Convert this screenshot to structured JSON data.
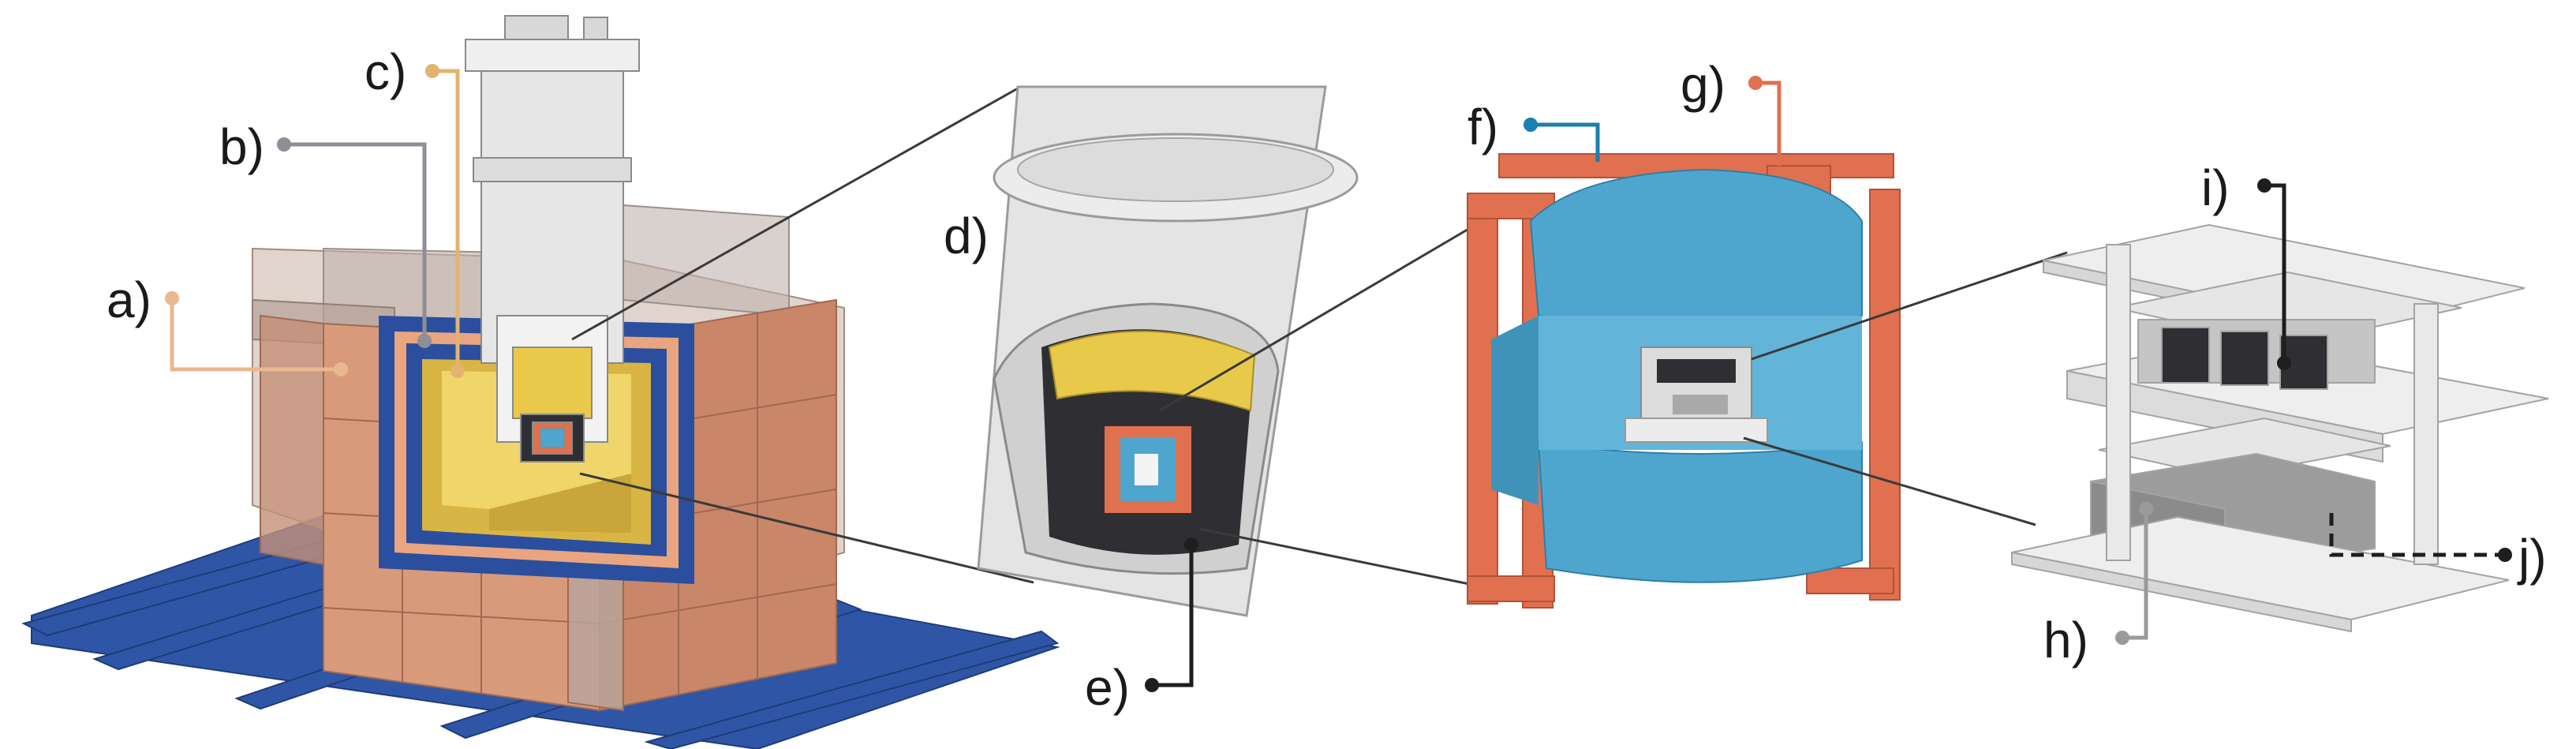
{
  "labels": {
    "a": "a)",
    "b": "b)",
    "c": "c)",
    "d": "d)",
    "e": "e)",
    "f": "f)",
    "g": "g)",
    "h": "h)",
    "i": "i)",
    "j": "j)"
  },
  "colors": {
    "copper": "#d99a7b",
    "copper_dark": "#b87556",
    "lead_blue": "#2b4f9e",
    "steel_blue": "#2f56a6",
    "yellow": "#e8c94a",
    "light_grey": "#e4e4e4",
    "mid_grey": "#bdbdbd",
    "dark": "#2f2f33",
    "sky": "#4ea6cf",
    "coil": "#e0704f",
    "leader_a": "#e9b88f",
    "leader_b": "#8f8d96",
    "leader_c": "#e2b470",
    "leader_f": "#1b7fb0",
    "leader_g": "#e0704f",
    "leader_dark": "#1e1e1e",
    "leader_h": "#9a9a9a"
  }
}
